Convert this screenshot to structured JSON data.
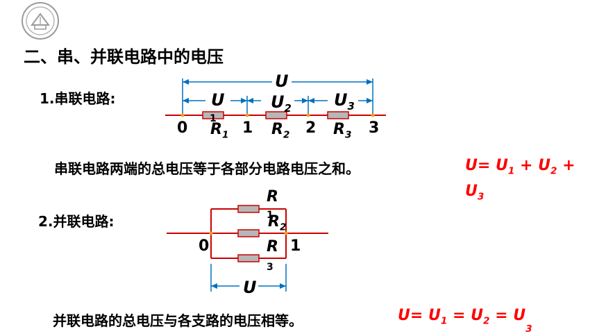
{
  "section_title": "二、串、并联电路中的电压",
  "series": {
    "heading": "1.串联电路:",
    "total_voltage_label": "U",
    "segment_labels": [
      {
        "main": "U",
        "sub": "1"
      },
      {
        "main": "U",
        "sub": "2"
      },
      {
        "main": "U",
        "sub": "3"
      }
    ],
    "node_labels": [
      "0",
      "1",
      "2",
      "3"
    ],
    "resistor_labels": [
      {
        "main": "R",
        "sub": "1"
      },
      {
        "main": "R",
        "sub": "2"
      },
      {
        "main": "R",
        "sub": "3"
      }
    ],
    "conclusion": "串联电路两端的总电压等于各部分电路电压之和。",
    "formula": {
      "U": "U",
      "eq": "= ",
      "U1": "U",
      "s1": "1",
      "plus1": " + ",
      "U2": "U",
      "s2": "2",
      "plus2": " +",
      "U3": "U",
      "s3": "3"
    }
  },
  "parallel": {
    "heading": "2.并联电路:",
    "node_labels": [
      "0",
      "1"
    ],
    "resistor_labels": [
      {
        "main": "R",
        "sub": "1"
      },
      {
        "main": "R",
        "sub": "2"
      },
      {
        "main": "R",
        "sub": "3"
      }
    ],
    "total_voltage_label": "U",
    "conclusion": "并联电路的总电压与各支路的电压相等。",
    "formula": {
      "U": "U",
      "eq1": "= ",
      "U1": "U",
      "s1": "1",
      "eq2": " = ",
      "U2": "U",
      "s2": "2",
      "eq3": " = ",
      "U3": "U",
      "s3": "3"
    }
  },
  "colors": {
    "wire": "#cc0000",
    "resistor_fill": "#b7b7b7",
    "dimension_line": "#0070c0",
    "node_dot": "#e8a317",
    "formula": "#ff0000"
  },
  "logo": {
    "icon": "university-seal-icon"
  }
}
